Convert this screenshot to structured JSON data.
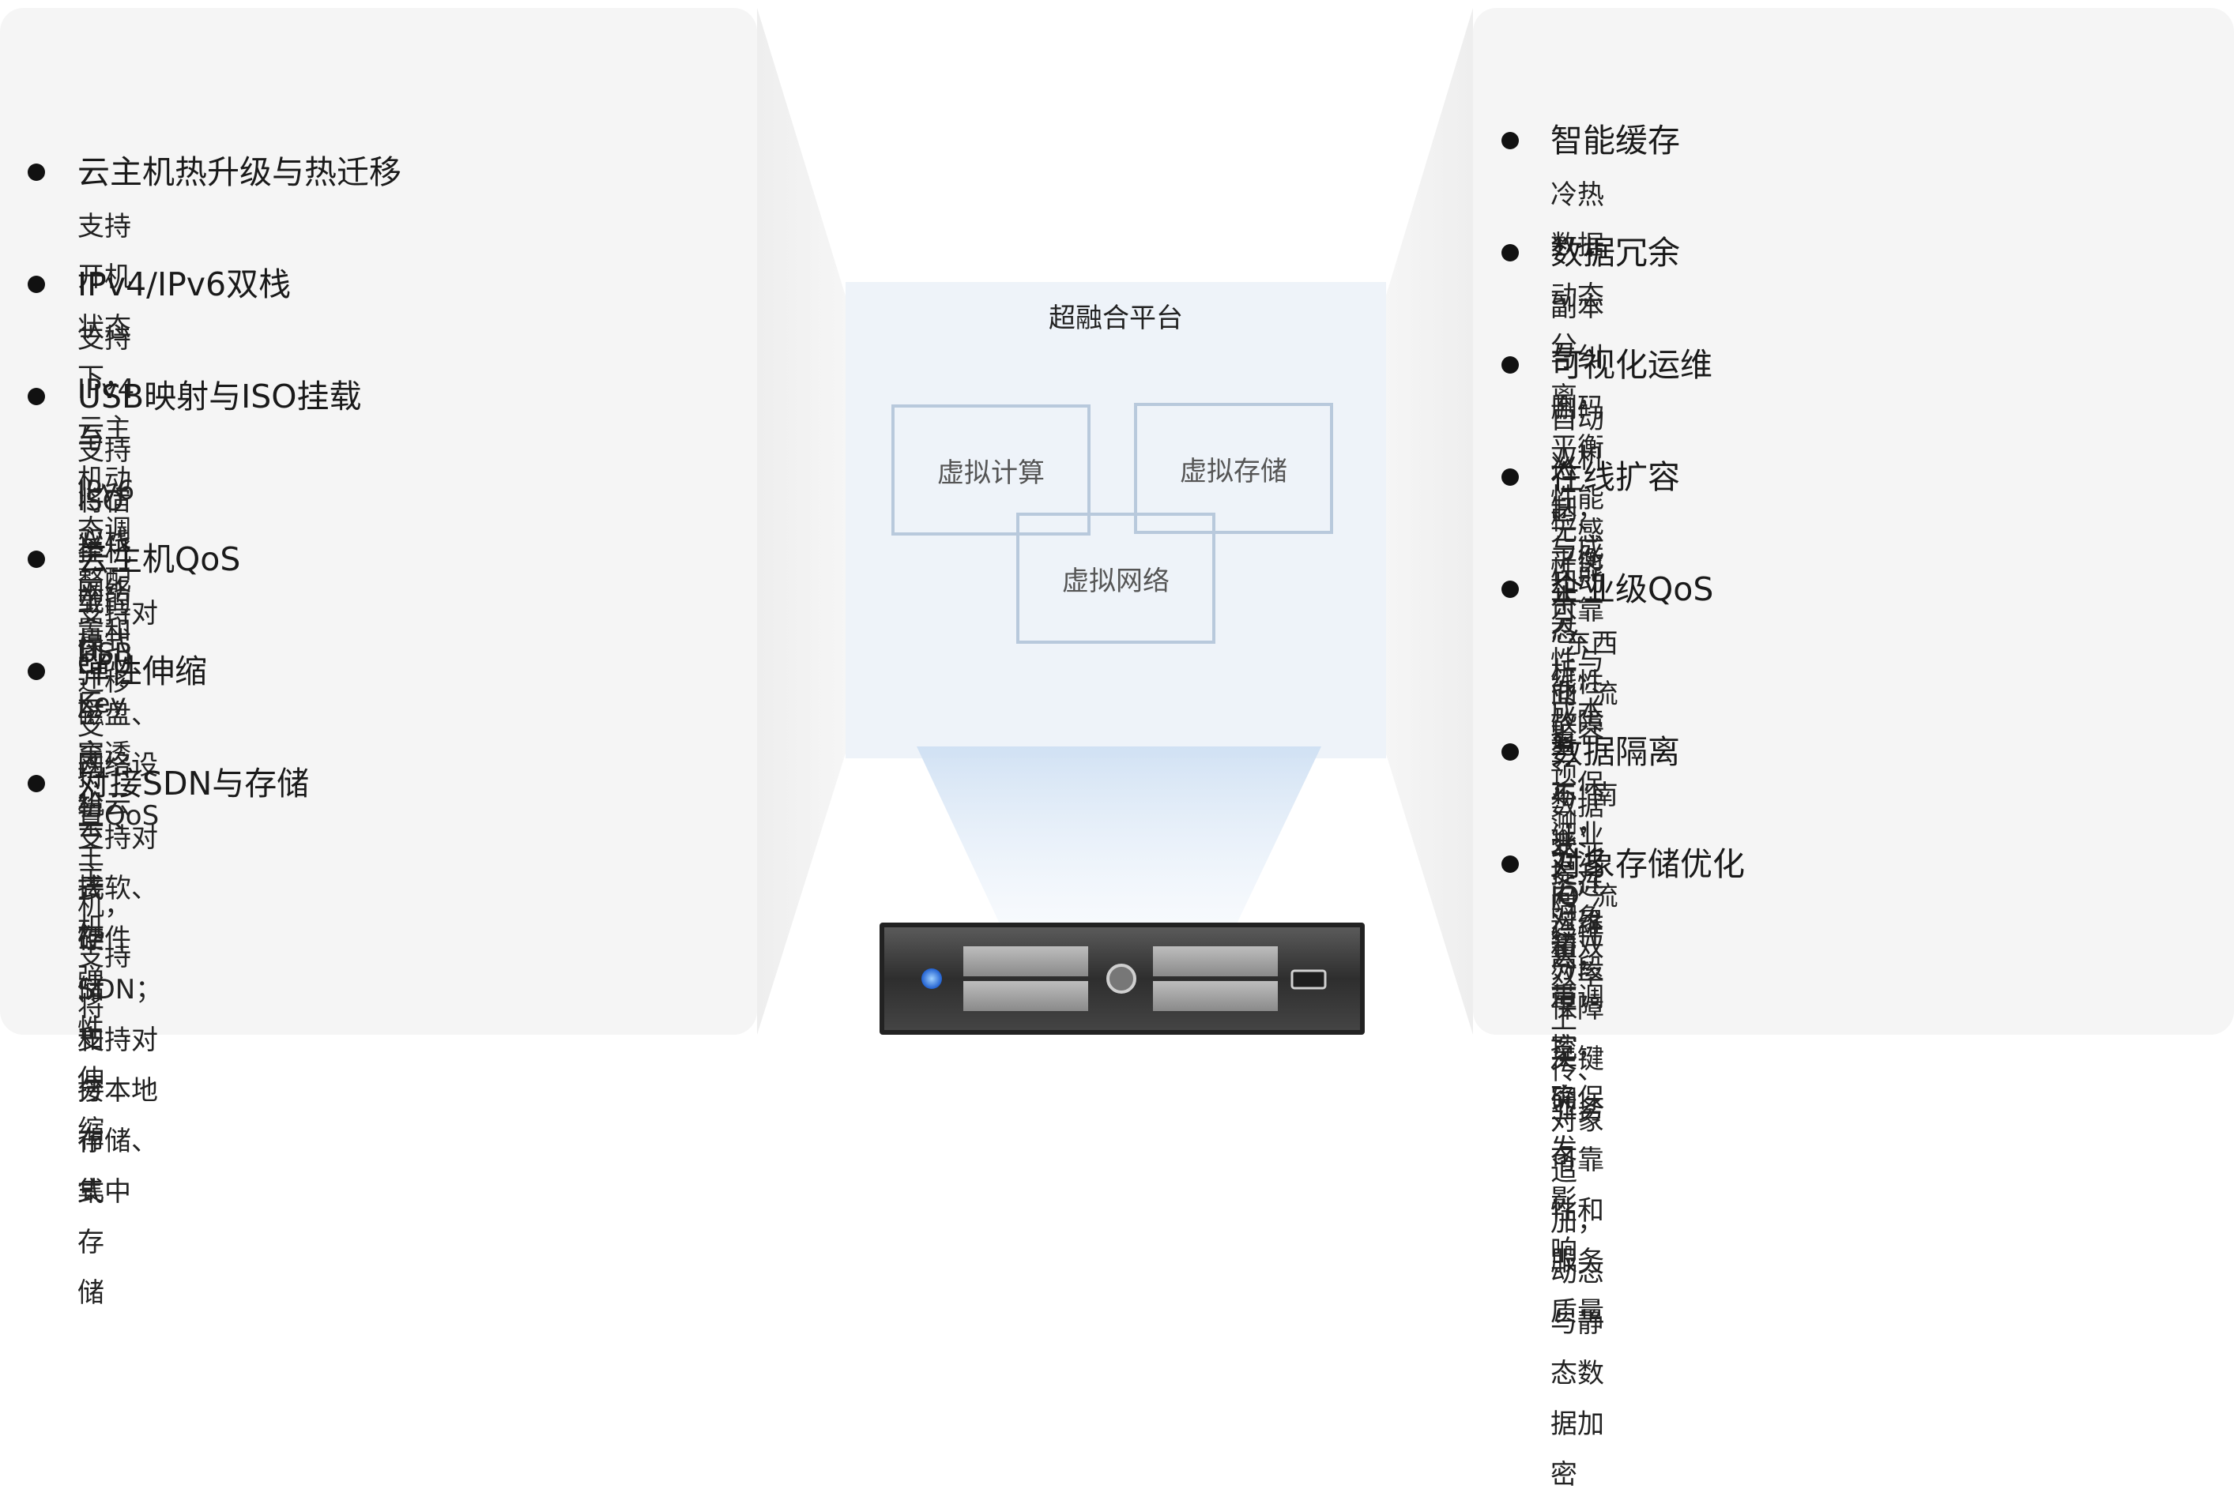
{
  "left_features": [
    {
      "title": "云主机热升级与热迁移",
      "desc": [
        "支持开机状态下，云主机动态调整配置和迁移"
      ]
    },
    {
      "title": "IPv4/IPv6双栈",
      "desc": [
        "支持IPv4与IPv6双栈网络模式"
      ]
    },
    {
      "title": "USB映射与ISO挂载",
      "desc": [
        "支持将宿主机上的USB Key穿透给云主机，支持将",
        "ISO挂载到云主机"
      ]
    },
    {
      "title": "云主机QoS",
      "desc": [
        "支持对CPU、磁盘、网络设置QoS"
      ]
    },
    {
      "title": "弹性伸缩",
      "desc": [
        "支持云主机弹性伸缩"
      ]
    },
    {
      "title": "对接SDN与存储",
      "desc": [
        "支持对接软、硬件SDN；支持对接本地存储、集中",
        "式存储和分布式存储"
      ]
    }
  ],
  "right_features": [
    {
      "title": "智能缓存",
      "desc": [
        "冷热数据动态分离，平衡性能与成本"
      ]
    },
    {
      "title": "数据冗余",
      "desc": [
        "副本与纠删码双机制，平衡可靠性与成本"
      ]
    },
    {
      "title": "可视化运维",
      "desc": [
        "自动巡检、性能分析、故障预测，提升运维效率"
      ]
    },
    {
      "title": "在线扩容",
      "desc": [
        "无感知动态、线性扩容 ，保证业务连续性"
      ]
    },
    {
      "title": "企业级QoS",
      "desc": [
        "“东西向”流量与“南北向”流量双重调控，确保",
        "业务不受IO和带宽突发影响"
      ]
    },
    {
      "title": "数据隔离",
      "desc": [
        "数据分池隔离，保障关键业务可靠性和服务质量"
      ]
    },
    {
      "title": "对象存储优化",
      "desc": [
        "对象分段上传、对象追加，动态与静态数据加密"
      ]
    }
  ],
  "platform": {
    "title": "超融合平台",
    "modules": {
      "compute": "虚拟计算",
      "storage": "虚拟存储",
      "network": "虚拟网络"
    }
  },
  "colors": {
    "panel_bg": "#f5f5f5",
    "platform_bg": "#eef3f9",
    "module_border": "#b8c9dc",
    "server_body": "#3a3a3a",
    "server_led": "#2f6fe0"
  },
  "icons": {
    "server": "rack-server-icon",
    "bullet": "bullet-dot"
  }
}
